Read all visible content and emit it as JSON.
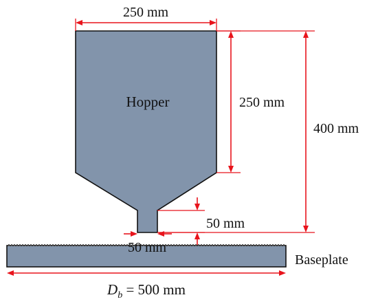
{
  "labels": {
    "hopper": "Hopper",
    "top_width": "250 mm",
    "hopper_height": "250 mm",
    "total_height": "400 mm",
    "nozzle_height": "50 mm",
    "nozzle_width": "50 mm",
    "baseplate": "Baseplate",
    "baseplate_dim_symbol": "D",
    "baseplate_dim_sub": "b",
    "baseplate_dim_value": " = 500 mm"
  },
  "colors": {
    "body": "#8294ab",
    "dimension": "#e8141c",
    "outline": "#111111"
  }
}
